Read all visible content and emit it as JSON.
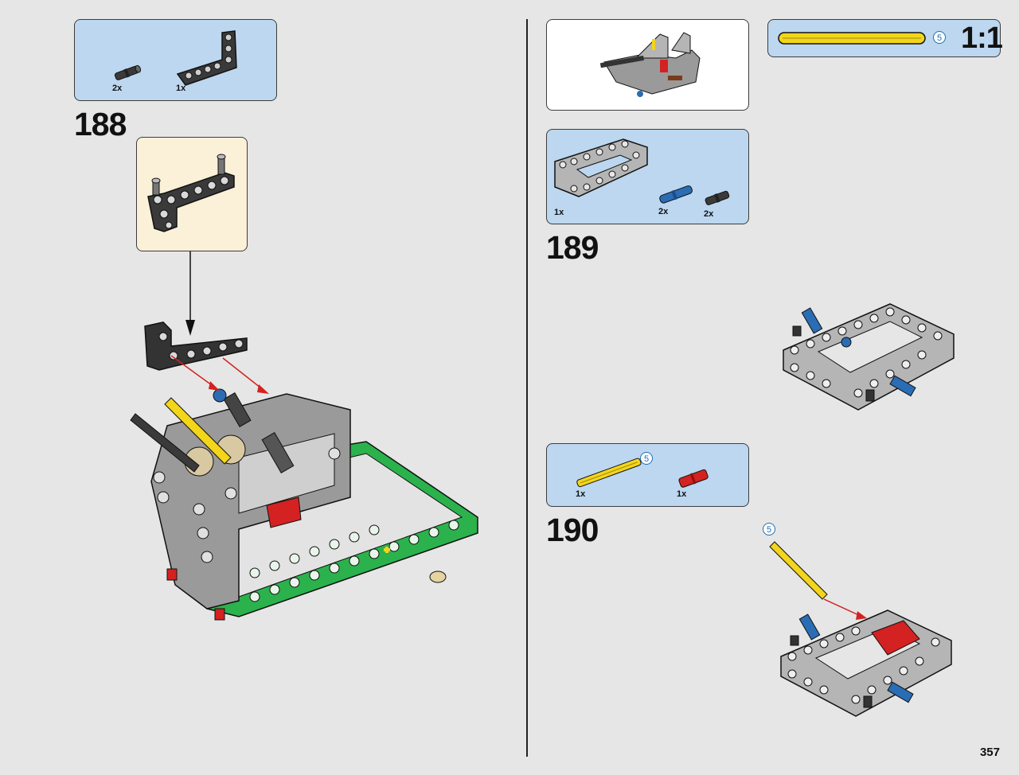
{
  "page_number": "357",
  "divider": true,
  "scale_guide": {
    "label": "1:1",
    "length": "5"
  },
  "steps": [
    {
      "number": "188",
      "parts": [
        {
          "qty": "2x",
          "part": "friction-pin-black"
        },
        {
          "qty": "1x",
          "part": "l-beam-black"
        }
      ]
    },
    {
      "number": "189",
      "parts": [
        {
          "qty": "1x",
          "part": "frame-5x7-grey"
        },
        {
          "qty": "2x",
          "part": "pin-3l-blue"
        },
        {
          "qty": "2x",
          "part": "friction-pin-black"
        }
      ]
    },
    {
      "number": "190",
      "parts": [
        {
          "qty": "1x",
          "part": "axle-5-yellow",
          "length": "5"
        },
        {
          "qty": "1x",
          "part": "axle-pin-red"
        }
      ],
      "callout_length": "5"
    }
  ],
  "colors": {
    "parts_bg": "#bcd7ef",
    "subassembly_bg": "#fbf0d8",
    "green": "#2bb24c",
    "grey": "#9a9a9a",
    "black": "#333333",
    "blue": "#2a6db4",
    "red": "#d42121",
    "yellow": "#f3d51c"
  }
}
